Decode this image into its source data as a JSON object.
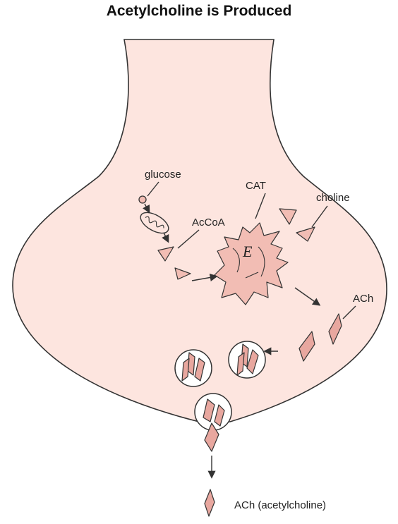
{
  "title": "Acetylcholine is Produced",
  "labels": {
    "glucose": "glucose",
    "acetyl_coa": "AcCoA",
    "enzyme": "CAT",
    "enzyme_symbol": "E",
    "choline": "choline",
    "product": "ACh",
    "legend": "ACh (acetylcholine)"
  },
  "colors": {
    "terminal_fill": "#fde5df",
    "molecule_fill": "#e8a79f",
    "outline": "#333333"
  }
}
